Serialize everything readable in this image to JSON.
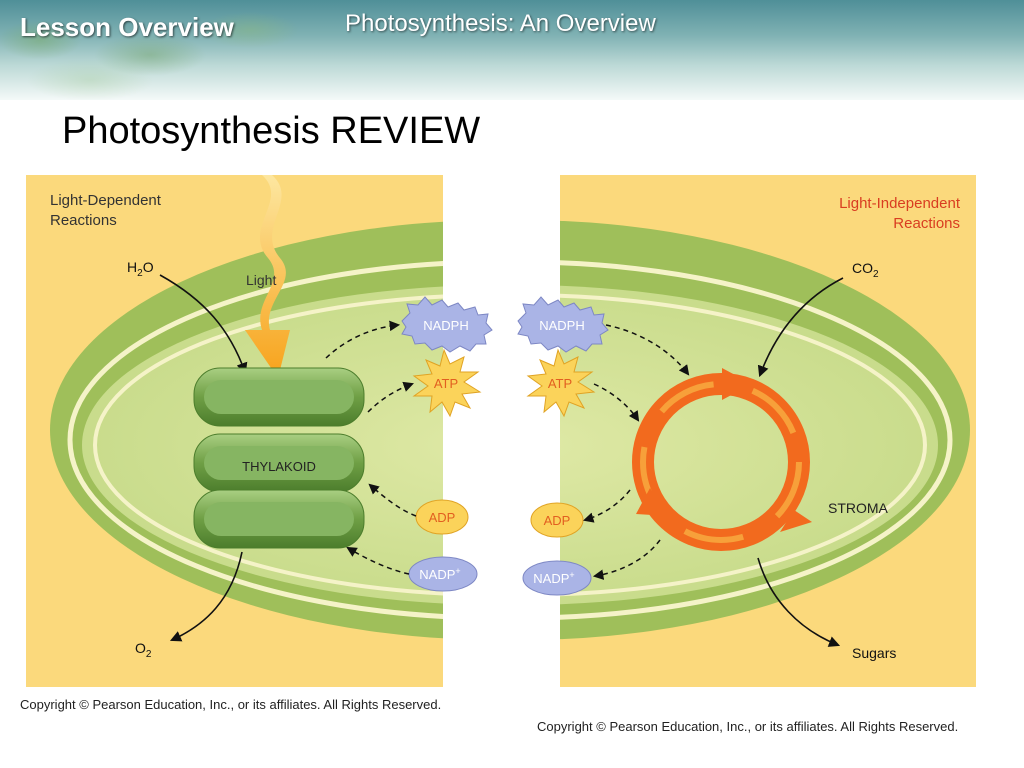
{
  "header": {
    "lesson_label": "Lesson Overview",
    "subtitle": "Photosynthesis: An Overview"
  },
  "page_title": "Photosynthesis REVIEW",
  "left_panel": {
    "heading_line1": "Light-Dependent",
    "heading_line2": "Reactions",
    "water_label": "H",
    "water_sub": "2",
    "water_tail": "O",
    "light_label": "Light",
    "thylakoid_label": "THYLAKOID",
    "oxygen_label": "O",
    "oxygen_sub": "2",
    "nadph": "NADPH",
    "atp": "ATP",
    "adp": "ADP",
    "nadp": "NADP",
    "nadp_sup": "+"
  },
  "right_panel": {
    "heading_line1": "Light-Independent",
    "heading_line2": "Reactions",
    "co2_label": "CO",
    "co2_sub": "2",
    "stroma_label": "STROMA",
    "sugars_label": "Sugars",
    "nadph": "NADPH",
    "atp": "ATP",
    "adp": "ADP",
    "nadp": "NADP",
    "nadp_sup": "+"
  },
  "copyright": {
    "left": "Copyright © Pearson Education, Inc., or its affiliates.  All Rights Reserved.",
    "right": "Copyright © Pearson Education, Inc., or its affiliates.  All Rights Reserved."
  },
  "colors": {
    "panel": "#fbd97c",
    "chloroplast_outer": "#9fbf5a",
    "chloroplast_inner": "#d6e39a",
    "thylakoid": "#78a84e",
    "cycle": "#f26a1e",
    "nadph_fill": "#aab4e6",
    "atp_fill": "#fbd35a",
    "heading_right": "#d93d21"
  }
}
